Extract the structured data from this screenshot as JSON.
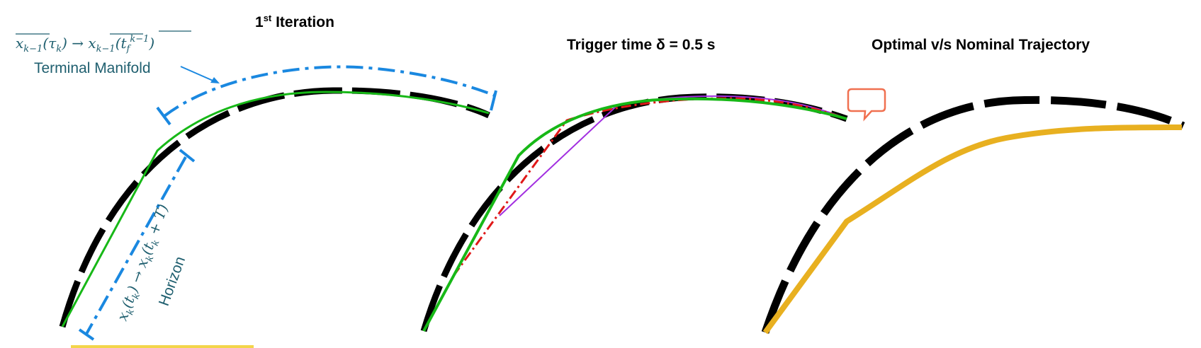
{
  "panel1": {
    "title_main": "1",
    "title_sup": "st",
    "title_rest": " Iteration",
    "manifold_eq_left": "x",
    "manifold_eq": "x̅k−1(τk) → x̅k−1(t f k−1)",
    "manifold_label": "Terminal Manifold",
    "horizon_eq": "xk(tk) → xk(tk + T)",
    "horizon_label": "Horizon"
  },
  "panel2": {
    "title": "Trigger time δ = 0.5 s"
  },
  "panel3": {
    "title": "Optimal v/s Nominal Trajectory"
  },
  "colors": {
    "nominal": "#000000",
    "optimal": "#17b817",
    "manifold": "#1a88e0",
    "math_text": "#1f5f6f",
    "trigger_a": "#e01818",
    "trigger_b": "#a22fe0",
    "panel3_path": "#e8b020",
    "comment_icon": "#f07050",
    "highlight_bar": "#f3d54a"
  },
  "icons": {
    "comment": "speech-bubble-icon"
  }
}
